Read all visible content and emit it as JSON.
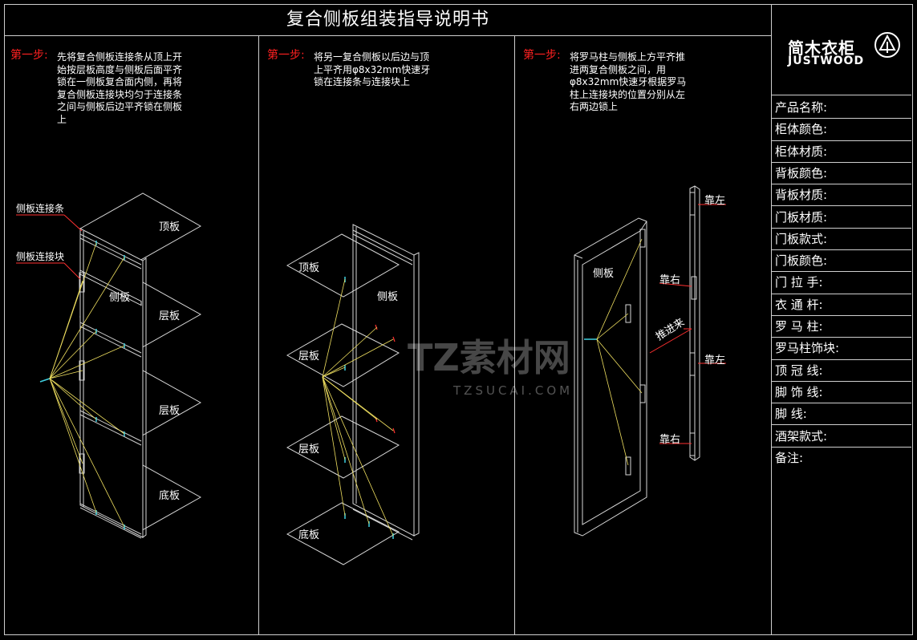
{
  "title": "复合侧板组装指导说明书",
  "colors": {
    "background": "#000000",
    "frame": "#cfcfcf",
    "step_label": "#ff2020",
    "connector": "#f0e060",
    "fitting": "#40d0e0",
    "annotation": "#ff3030"
  },
  "panel1": {
    "step_label": "第一步:",
    "text": "先将复合侧板连接条从顶上开始按层板高度与侧板后面平齐锁在一侧板复合面内侧，再将复合侧板连接块均匀于连接条之间与侧板后边平齐锁在侧板上",
    "callouts": [
      "侧板连接条",
      "侧板连接块"
    ],
    "labels": [
      "顶板",
      "侧板",
      "层板",
      "层板",
      "底板"
    ]
  },
  "panel2": {
    "step_label": "第一步:",
    "text": "将另一复合侧板以后边与顶上平齐用φ8x32mm快速牙锁在连接条与连接块上",
    "labels": [
      "顶板",
      "侧板",
      "层板",
      "层板",
      "底板"
    ]
  },
  "panel3": {
    "step_label": "第一步:",
    "text": "将罗马柱与侧板上方平齐推进两复合侧板之间，用φ8x32mm快速牙根据罗马柱上连接块的位置分别从左右两边锁上",
    "labels": [
      "侧板",
      "推进来"
    ],
    "callouts": [
      "靠左",
      "靠右",
      "靠左",
      "靠右"
    ]
  },
  "watermark": {
    "main": "TZ素材网",
    "sub": "TZSUCAI.COM"
  },
  "title_block": {
    "logo_cn": "简木衣柜",
    "logo_en": "JUSTWOOD",
    "fields": [
      "产品名称:",
      "柜体颜色:",
      "柜体材质:",
      "背板颜色:",
      "背板材质:",
      "门板材质:",
      "门板款式:",
      "门板颜色:",
      "门 拉 手:",
      "衣 通 杆:",
      "罗 马 柱:",
      "罗马柱饰块:",
      "顶 冠 线:",
      "脚 饰 线:",
      "脚     线:",
      "酒架款式:",
      "备注:"
    ]
  }
}
